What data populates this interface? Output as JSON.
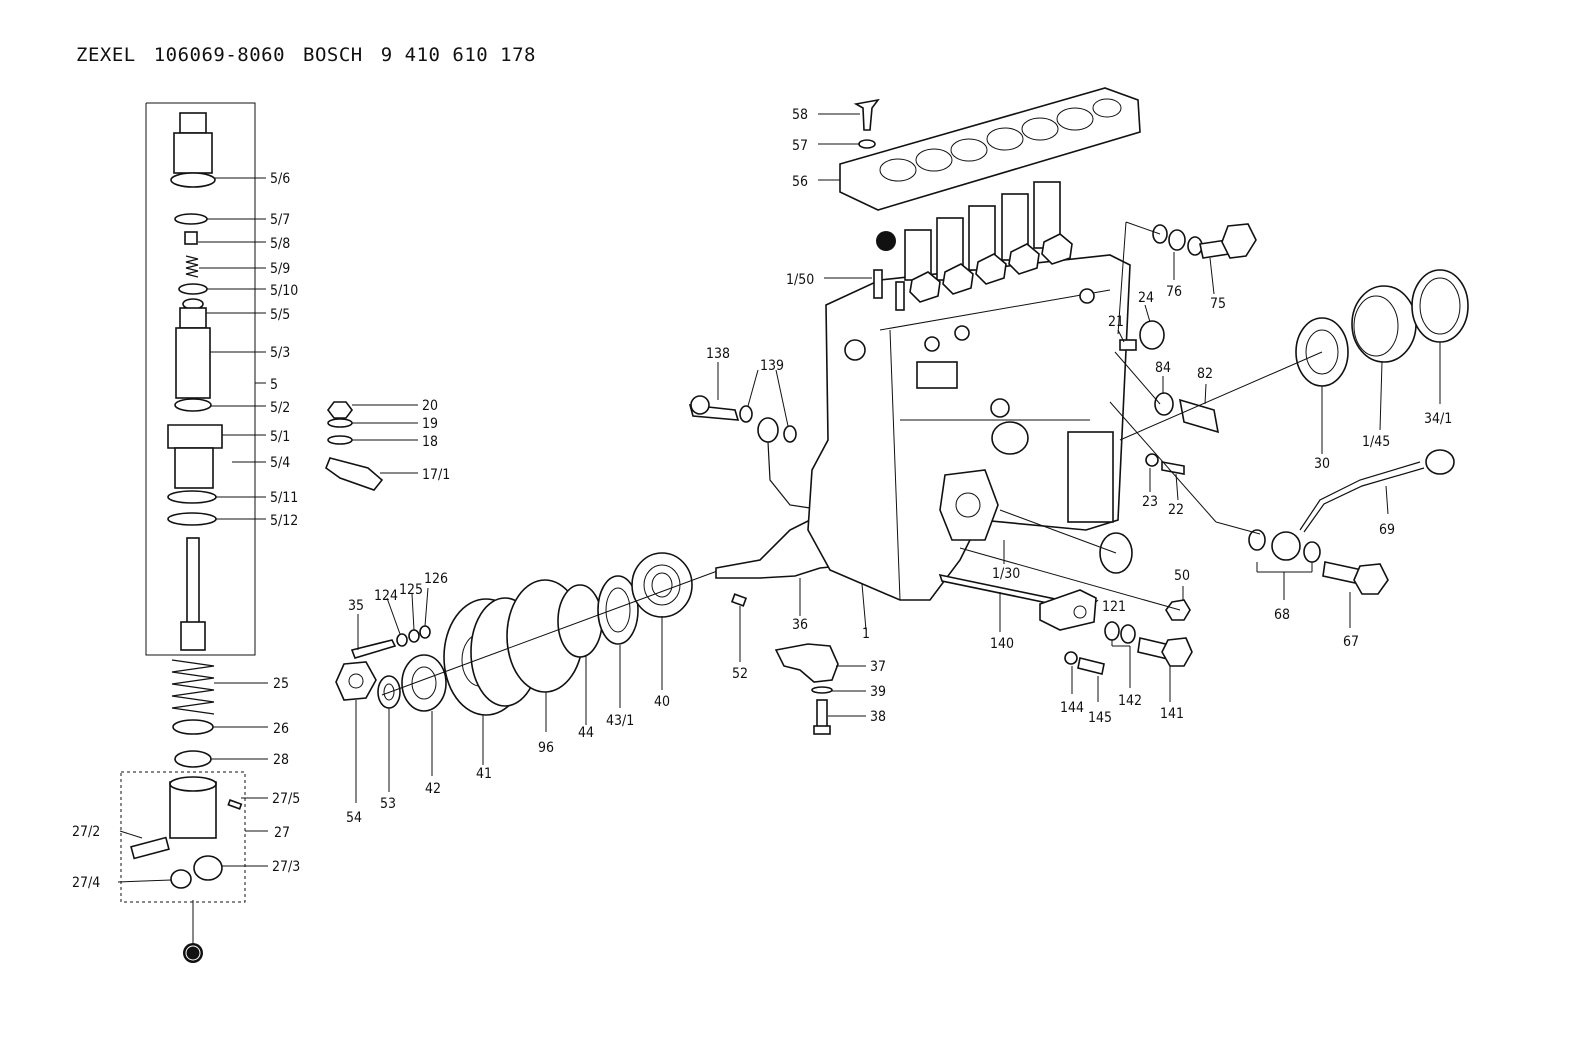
{
  "header": {
    "brand1": "ZEXEL",
    "part1": "106069-8060",
    "brand2": "BOSCH",
    "part2": "9 410 610 178"
  },
  "callouts": {
    "c5_6": "5/6",
    "c5_7": "5/7",
    "c5_8": "5/8",
    "c5_9": "5/9",
    "c5_10": "5/10",
    "c5_5": "5/5",
    "c5_3": "5/3",
    "c5": "5",
    "c5_2": "5/2",
    "c5_1": "5/1",
    "c5_4": "5/4",
    "c5_11": "5/11",
    "c5_12": "5/12",
    "c25": "25",
    "c26": "26",
    "c28": "28",
    "c27_5": "27/5",
    "c27": "27",
    "c27_2": "27/2",
    "c27_3": "27/3",
    "c27_4": "27/4",
    "c20": "20",
    "c19": "19",
    "c18": "18",
    "c17_1": "17/1",
    "c35": "35",
    "c124": "124",
    "c125": "125",
    "c126": "126",
    "c54": "54",
    "c53": "53",
    "c42": "42",
    "c41": "41",
    "c96": "96",
    "c44": "44",
    "c43_1": "43/1",
    "c40": "40",
    "c52": "52",
    "c36": "36",
    "c1": "1",
    "c37": "37",
    "c39": "39",
    "c38": "38",
    "c58": "58",
    "c57": "57",
    "c56": "56",
    "c1_50": "1/50",
    "c138": "138",
    "c139": "139",
    "c76": "76",
    "c75": "75",
    "c24": "24",
    "c21": "21",
    "c84": "84",
    "c82": "82",
    "c30": "30",
    "c1_45": "1/45",
    "c34_1": "34/1",
    "c23": "23",
    "c22": "22",
    "c69": "69",
    "c1_30": "1/30",
    "c50": "50",
    "c121": "121",
    "c140": "140",
    "c68": "68",
    "c67": "67",
    "c144": "144",
    "c145": "145",
    "c142": "142",
    "c141": "141"
  }
}
